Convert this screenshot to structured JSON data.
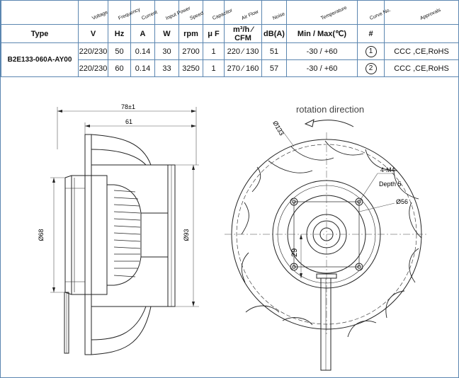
{
  "headers": [
    "Voltage",
    "Frequency",
    "Current",
    "Input Power",
    "Speed",
    "Capacitor",
    "Air Flow",
    "Noise",
    "Temperature",
    "Curve No.",
    "Approvals"
  ],
  "units": {
    "type": "Type",
    "v": "V",
    "hz": "Hz",
    "a": "A",
    "w": "W",
    "rpm": "rpm",
    "cap": "μ F",
    "flow": "m³/h ⁄ CFM",
    "noise": "dB(A)",
    "temp": "Min / Max(℃)",
    "curve": "#",
    "approvals": ""
  },
  "model": "B2E133-060A-AY00",
  "rows": [
    {
      "voltage": "220/230",
      "hz": "50",
      "a": "0.14",
      "w": "30",
      "rpm": "2700",
      "cap": "1",
      "flow": "220 ⁄ 130",
      "noise": "51",
      "temp": "-30 / +60",
      "curve": "1",
      "approvals": "CCC ,CE,RoHS"
    },
    {
      "voltage": "220/230",
      "hz": "60",
      "a": "0.14",
      "w": "33",
      "rpm": "3250",
      "cap": "1",
      "flow": "270 ⁄ 160",
      "noise": "57",
      "temp": "-30 / +60",
      "curve": "2",
      "approvals": "CCC ,CE,RoHS"
    }
  ],
  "side_view": {
    "overall_width": "78±1",
    "inner_width": "61",
    "inlet_dia": "Ø68",
    "body_dia": "Ø93"
  },
  "front_view": {
    "rotation_label": "rotation direction",
    "outer_dia": "Ø133",
    "holes": "4-M4",
    "depth": "Depth 5",
    "bolt_circle": "Ø56",
    "offset": "29"
  }
}
